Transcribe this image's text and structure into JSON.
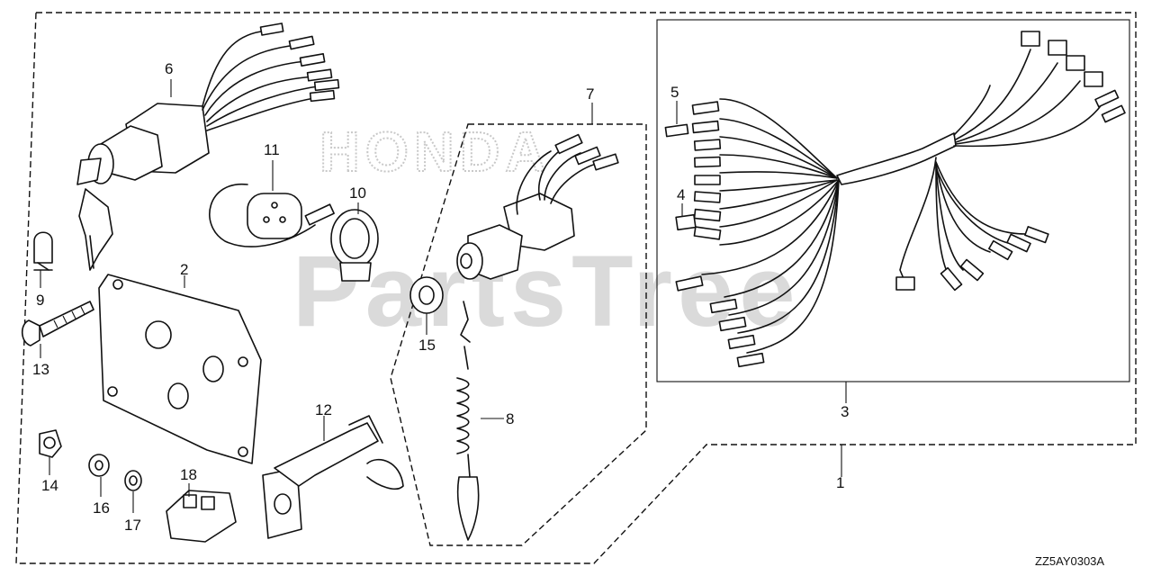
{
  "diagram": {
    "callouts": [
      "1",
      "2",
      "3",
      "4",
      "5",
      "6",
      "7",
      "8",
      "9",
      "10",
      "11",
      "12",
      "13",
      "14",
      "15",
      "16",
      "17",
      "18"
    ],
    "code": "ZZ5AY0303A",
    "watermark": "PartsTree",
    "logo_text": "HONDA"
  }
}
